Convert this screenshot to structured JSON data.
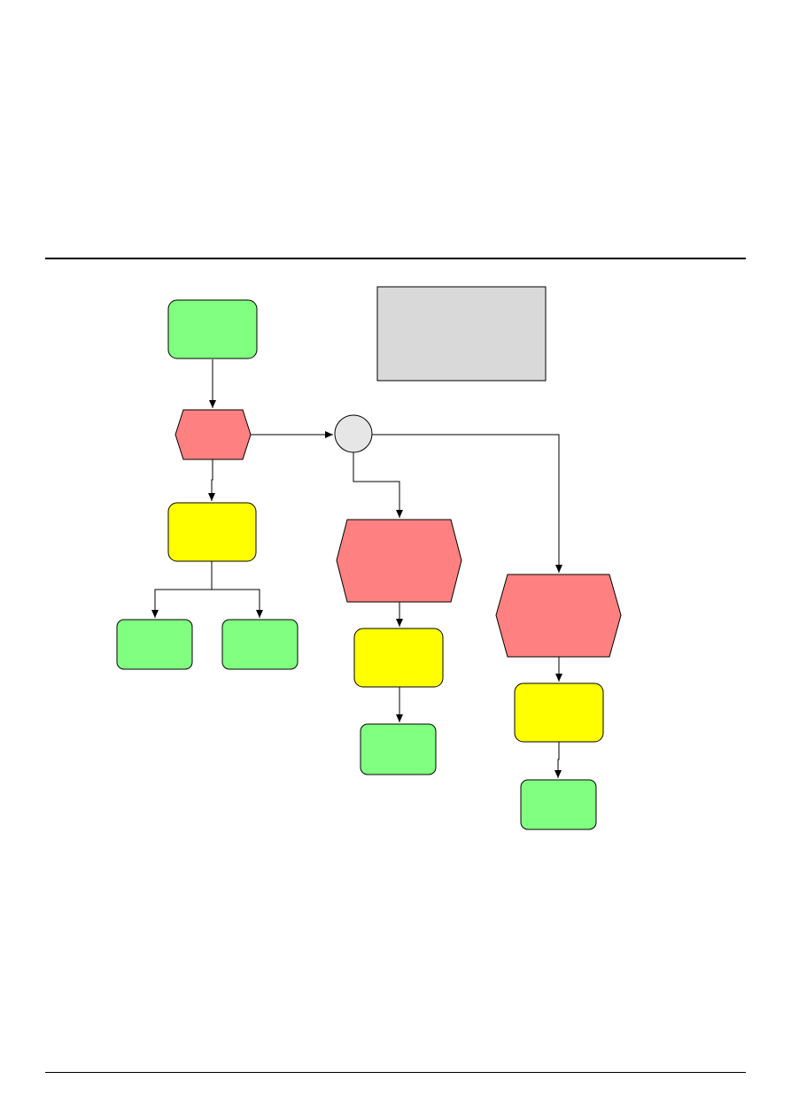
{
  "diagram": {
    "colors": {
      "event": "#80ff80",
      "function": "#ff8080",
      "organizational_unit": "#ffff00",
      "connector": "#e6e6e6",
      "note": "#d9d9d9",
      "stroke": "#000000",
      "rule": "#000000"
    },
    "nodes": [
      {
        "id": "start-event",
        "kind": "event",
        "label": ""
      },
      {
        "id": "function-main",
        "kind": "function",
        "label": ""
      },
      {
        "id": "org-unit-left",
        "kind": "organizational_unit",
        "label": ""
      },
      {
        "id": "event-left-a",
        "kind": "event",
        "label": ""
      },
      {
        "id": "event-left-b",
        "kind": "event",
        "label": ""
      },
      {
        "id": "connector",
        "kind": "connector",
        "label": ""
      },
      {
        "id": "function-middle",
        "kind": "function",
        "label": ""
      },
      {
        "id": "org-unit-middle",
        "kind": "organizational_unit",
        "label": ""
      },
      {
        "id": "event-middle",
        "kind": "event",
        "label": ""
      },
      {
        "id": "function-right",
        "kind": "function",
        "label": ""
      },
      {
        "id": "org-unit-right",
        "kind": "organizational_unit",
        "label": ""
      },
      {
        "id": "event-right",
        "kind": "event",
        "label": ""
      },
      {
        "id": "note-box",
        "kind": "note",
        "label": ""
      }
    ],
    "edges": [
      {
        "from": "start-event",
        "to": "function-main"
      },
      {
        "from": "function-main",
        "to": "org-unit-left"
      },
      {
        "from": "org-unit-left",
        "to": "event-left-a"
      },
      {
        "from": "org-unit-left",
        "to": "event-left-b"
      },
      {
        "from": "function-main",
        "to": "connector"
      },
      {
        "from": "connector",
        "to": "function-middle"
      },
      {
        "from": "connector",
        "to": "function-right"
      },
      {
        "from": "function-middle",
        "to": "org-unit-middle"
      },
      {
        "from": "org-unit-middle",
        "to": "event-middle"
      },
      {
        "from": "function-right",
        "to": "org-unit-right"
      },
      {
        "from": "org-unit-right",
        "to": "event-right"
      }
    ]
  }
}
